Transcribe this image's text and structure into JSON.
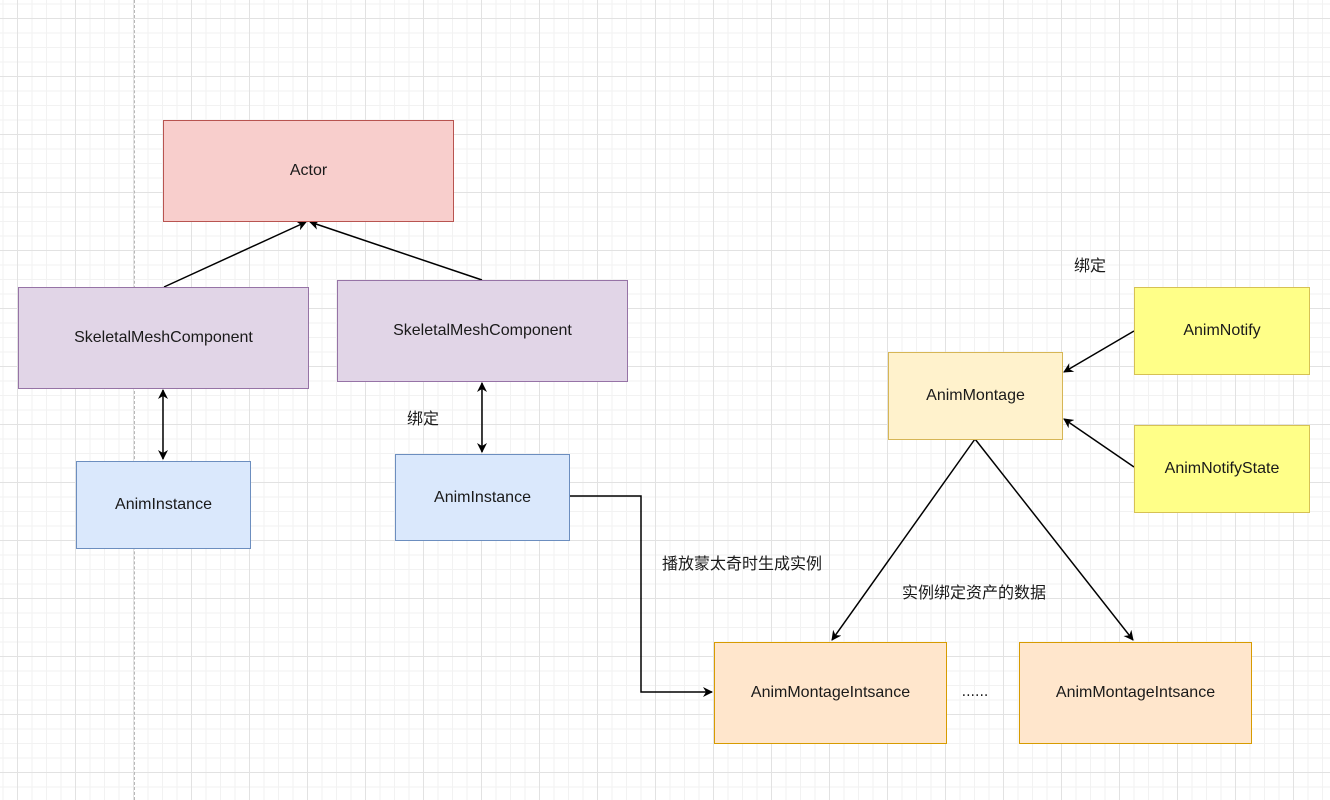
{
  "diagram": {
    "nodes": {
      "actor": "Actor",
      "smc_left": "SkeletalMeshComponent",
      "smc_right": "SkeletalMeshComponent",
      "anim_instance_left": "AnimInstance",
      "anim_instance_right": "AnimInstance",
      "anim_montage": "AnimMontage",
      "anim_notify": "AnimNotify",
      "anim_notify_state": "AnimNotifyState",
      "montage_instance_1": "AnimMontageIntsance",
      "montage_instance_2": "AnimMontageIntsance"
    },
    "labels": {
      "bind_left": "绑定",
      "bind_right": "绑定",
      "play_montage": "播放蒙太奇时生成实例",
      "instance_binds_data": "实例绑定资产的数据",
      "ellipsis": "......"
    },
    "edges": [
      {
        "from": "smc_left",
        "to": "actor",
        "type": "arrow"
      },
      {
        "from": "smc_right",
        "to": "actor",
        "type": "arrow"
      },
      {
        "from": "smc_left",
        "to": "anim_instance_left",
        "type": "bidirectional"
      },
      {
        "from": "smc_right",
        "to": "anim_instance_right",
        "type": "bidirectional",
        "label": "绑定"
      },
      {
        "from": "anim_instance_right",
        "to": "montage_instance_1",
        "type": "elbow-arrow",
        "label": "播放蒙太奇时生成实例"
      },
      {
        "from": "anim_notify",
        "to": "anim_montage",
        "type": "arrow"
      },
      {
        "from": "anim_notify_state",
        "to": "anim_montage",
        "type": "arrow"
      },
      {
        "from": "anim_montage",
        "to": "montage_instance_1",
        "type": "arrow"
      },
      {
        "from": "anim_montage",
        "to": "montage_instance_2",
        "type": "arrow",
        "label": "实例绑定资产的数据"
      }
    ],
    "colors": {
      "actor_fill": "#f8cecc",
      "component_fill": "#e1d5e7",
      "instance_fill": "#dae8fc",
      "montage_fill": "#fff2cc",
      "notify_fill": "#ffff88",
      "montage_instance_fill": "#ffe6cc"
    }
  }
}
